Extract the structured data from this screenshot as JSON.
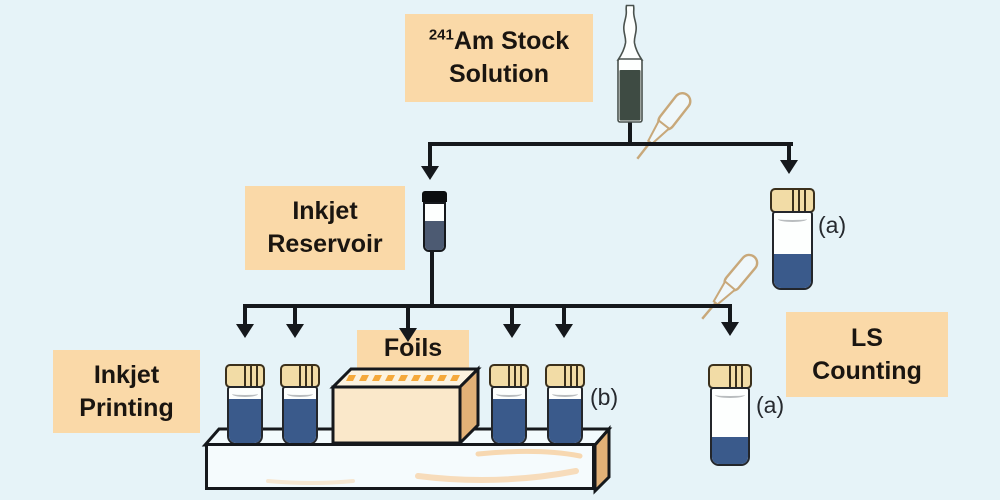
{
  "nodes": {
    "stock": {
      "superscript": "241",
      "label": "Am Stock",
      "label2": "Solution"
    },
    "reservoir": {
      "label": "Inkjet",
      "label2": "Reservoir"
    },
    "printing": {
      "label": "Inkjet",
      "label2": "Printing"
    },
    "foils": {
      "label": "Foils"
    },
    "ls": {
      "label": "LS",
      "label2": "Counting"
    }
  },
  "annotations": {
    "vial_top_right": "(a)",
    "vial_bottom_right": "(a)",
    "tray_vials": "(b)"
  },
  "icons": [
    "ampoule-icon",
    "pipette-icon",
    "reservoir-vial-icon",
    "gold-cap-vial-icon",
    "foils-box-icon",
    "tray-icon",
    "arrow-down-icon"
  ],
  "colors": {
    "background": "#E6F3F8",
    "label_box": "#FAD9A8",
    "line": "#15181C",
    "liquid_blue": "#3A5A8B",
    "reservoir_liquid": "#4C5A72",
    "ampoule_liquid": "#3E4B43",
    "cap_gold": "#F2DCA6",
    "box_front": "#FAE8CA",
    "box_top": "#FCF3E0",
    "box_side": "#E2B177",
    "foil_dash": "#F5A93B",
    "pipette_outline": "#C8A87A"
  }
}
